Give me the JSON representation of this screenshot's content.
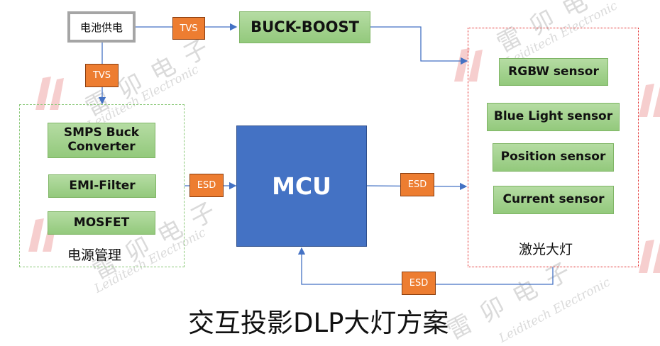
{
  "title": "交互投影DLP大灯方案",
  "battery": {
    "label": "电池供电"
  },
  "buck_boost": {
    "label": "BUCK-BOOST"
  },
  "mcu": {
    "label": "MCU"
  },
  "power_group": {
    "label": "电源管理",
    "items": [
      "SMPS Buck Converter",
      "EMI-Filter",
      "MOSFET"
    ]
  },
  "laser_group": {
    "label": "激光大灯",
    "items": [
      "RGBW sensor",
      "Blue Light sensor",
      "Position sensor",
      "Current sensor"
    ]
  },
  "protection": {
    "tvs_top": "TVS",
    "tvs_left": "TVS",
    "esd_power_mcu": "ESD",
    "esd_mcu_laser": "ESD",
    "esd_feedback": "ESD"
  },
  "watermark": {
    "cn": "雷卯电子",
    "en": "Leiditech Electronic"
  },
  "colors": {
    "mcu": "#4472c4",
    "orange": "#ed7d31",
    "green": "#a9d18e",
    "arrow": "#4472c4",
    "laser_border": "#e02020",
    "power_border": "#8cc97a"
  }
}
